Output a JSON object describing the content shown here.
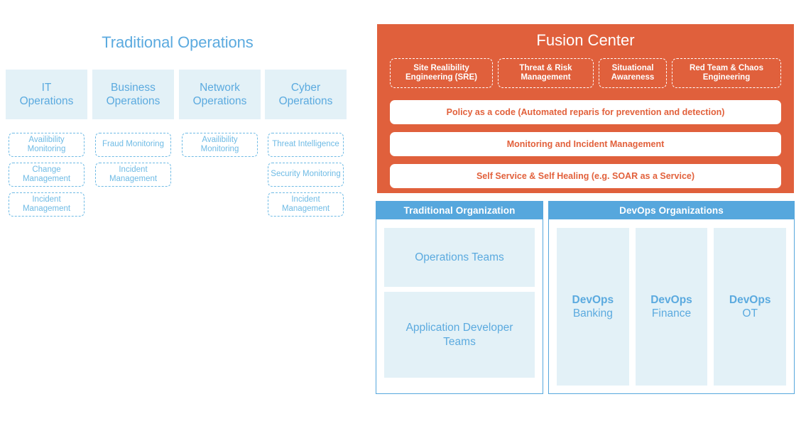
{
  "traditional_operations": {
    "title": "Traditional Operations",
    "accent_color": "#5BAADF",
    "box_fill": "#E3F1F7",
    "columns": [
      {
        "header": "IT Operations",
        "header_line1": "IT",
        "header_line2": "Operations",
        "items": [
          "Availibility Monitoring",
          "Change Management",
          "Incident Management"
        ]
      },
      {
        "header": "Business Operations",
        "header_line1": "Business",
        "header_line2": "Operations",
        "items": [
          "Fraud Monitoring",
          "Incident Management"
        ]
      },
      {
        "header": "Network Operations",
        "header_line1": "Network",
        "header_line2": "Operations",
        "items": [
          "Availibility Monitoring"
        ]
      },
      {
        "header": "Cyber Operations",
        "header_line1": "Cyber",
        "header_line2": "Operations",
        "items": [
          "Threat Intelligence",
          "Security Monitoring",
          "Incident Management"
        ]
      }
    ]
  },
  "fusion_center": {
    "title": "Fusion Center",
    "background_color": "#E0603C",
    "text_color": "#ffffff",
    "bar_text_color": "#E2613C",
    "pillars": [
      "Site Realibility Engineering (SRE)",
      "Threat & Risk Management",
      "Situational Awareness",
      "Red Team & Chaos Engineering"
    ],
    "bars": [
      "Policy as a code (Automated reparis for prevention and detection)",
      "Monitoring and Incident Management",
      "Self Service & Self Healing (e.g. SOAR as a Service)"
    ]
  },
  "traditional_organization": {
    "header": "Traditional Organization",
    "header_color": "#56A7DD",
    "boxes": [
      "Operations Teams",
      "Application Developer Teams"
    ]
  },
  "devops_organizations": {
    "header": "DevOps Organizations",
    "header_color": "#56A7DD",
    "boxes": [
      {
        "line1": "DevOps",
        "line2": "Banking"
      },
      {
        "line1": "DevOps",
        "line2": "Finance"
      },
      {
        "line1": "DevOps",
        "line2": "OT"
      }
    ]
  }
}
